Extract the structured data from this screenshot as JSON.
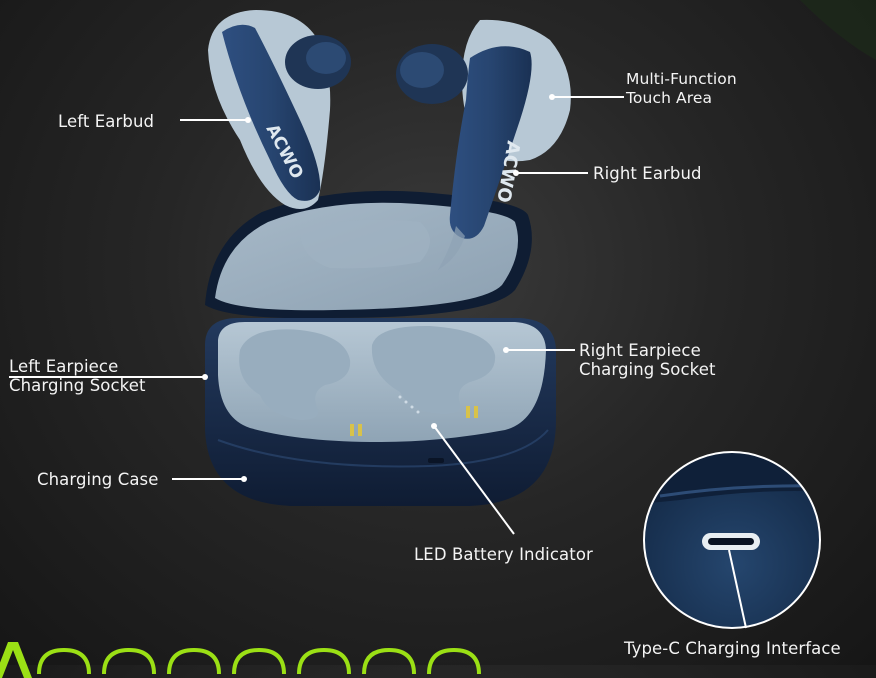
{
  "brand": {
    "logo_text": "ACWO",
    "colors": {
      "background": "#1e1e1e",
      "case_navy": "#1d3557",
      "case_inner": "#a9bccb",
      "accent_green": "#9be015",
      "label_text": "#f4f4f4"
    }
  },
  "labels": {
    "left_earbud": "Left Earbud",
    "multi_function_line1": "Multi-Function",
    "multi_function_line2": "Touch Area",
    "right_earbud": "Right Earbud",
    "left_socket_line1": "Left Earpiece",
    "left_socket_line2": "Charging Socket",
    "right_socket_line1": "Right Earpiece",
    "right_socket_line2": "Charging Socket",
    "charging_case": "Charging Case",
    "led_indicator": "LED Battery Indicator",
    "type_c": "Type-C Charging Interface"
  }
}
